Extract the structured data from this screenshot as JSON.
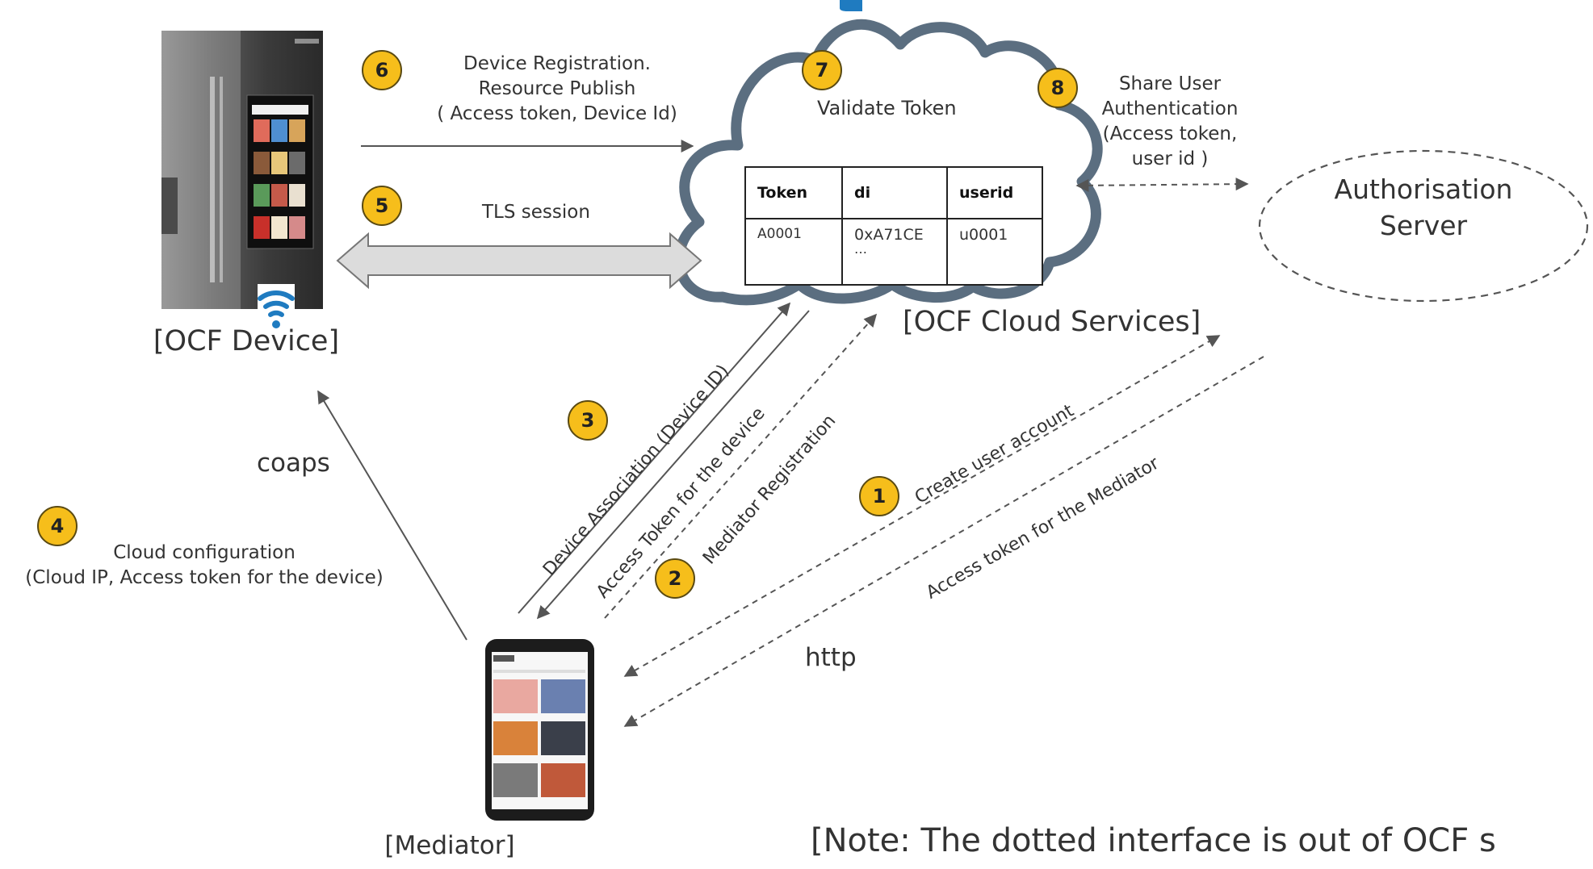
{
  "nodes": {
    "ocf_device": "[OCF Device]",
    "cloud_services": "[OCF Cloud Services]",
    "authorisation_server_line1": "Authorisation",
    "authorisation_server_line2": "Server",
    "mediator": "[Mediator]"
  },
  "cloud": {
    "validate_token": "Validate Token"
  },
  "table": {
    "headers": [
      "Token",
      "di",
      "userid"
    ],
    "rows": [
      [
        "A0001",
        "0xA71CE",
        "u0001"
      ]
    ],
    "ellipsis": "…"
  },
  "steps": {
    "s1": {
      "num": "1",
      "label": "Create user account"
    },
    "s2": {
      "num": "2",
      "label": "Mediator Registration"
    },
    "s3": {
      "num": "3",
      "label_a": "Device Association (Device ID)",
      "label_b": "Access Token for the device"
    },
    "s4": {
      "num": "4",
      "line1": "Cloud  configuration",
      "line2": "(Cloud IP, Access token for the device)"
    },
    "s5": {
      "num": "5",
      "label": "TLS session"
    },
    "s6": {
      "num": "6",
      "line1": "Device Registration.",
      "line2": "Resource Publish",
      "line3": "( Access token, Device Id)"
    },
    "s7": {
      "num": "7"
    },
    "s8": {
      "num": "8",
      "line1": "Share User",
      "line2": "Authentication",
      "line3": "(Access token,",
      "line4": "user id )"
    }
  },
  "labels": {
    "access_token_mediator": "Access token for the Mediator",
    "coaps": "coaps",
    "http": "http",
    "note": "[Note: The dotted interface is out of OCF s"
  },
  "colors": {
    "badge": "#f6be1b",
    "cloud_outline": "#5b6e80",
    "wifi": "#1f7bc0",
    "arrow": "#555555"
  },
  "icons": {
    "wifi": "wifi-icon"
  }
}
